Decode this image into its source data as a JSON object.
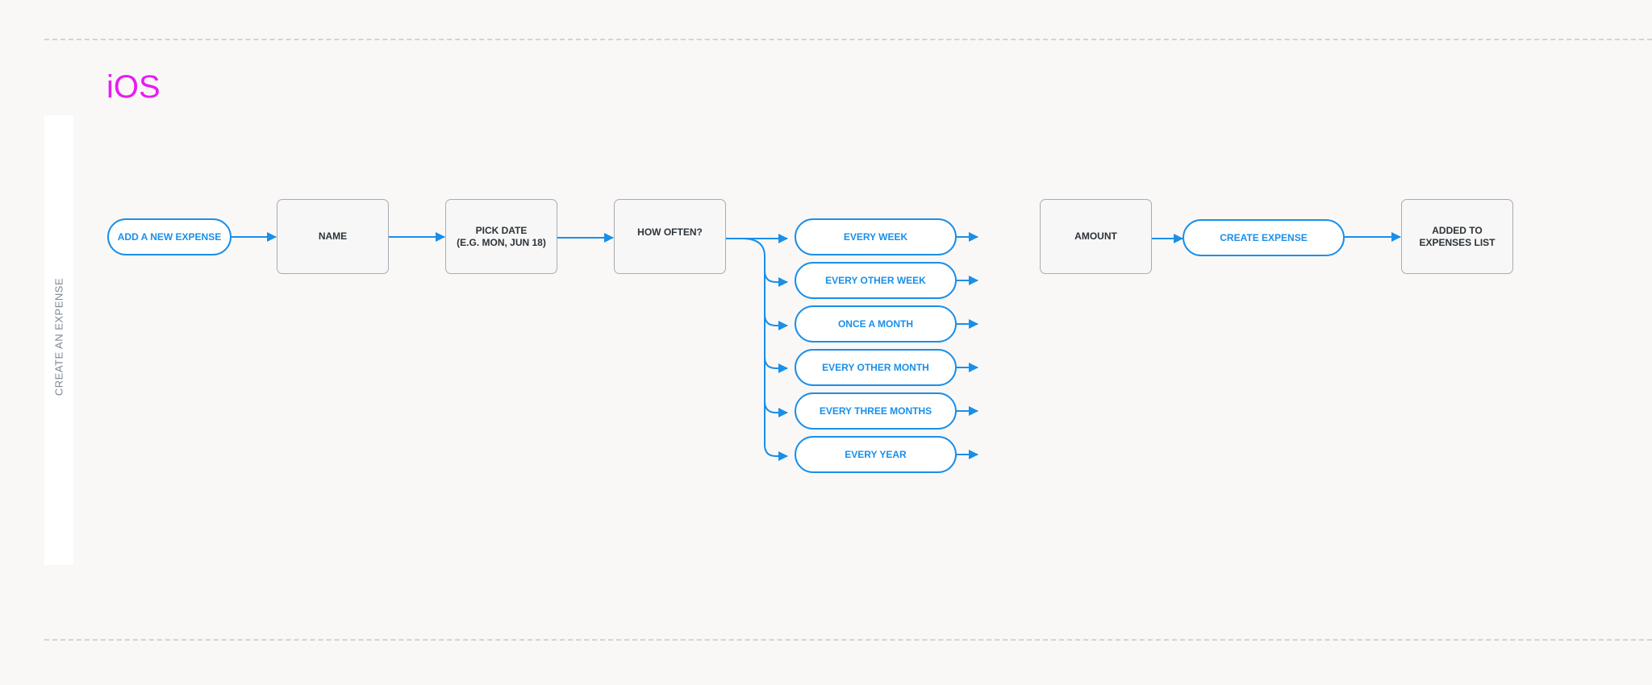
{
  "platform": "iOS",
  "flow_title": "CREATE AN EXPENSE",
  "nodes": {
    "start": "ADD A NEW EXPENSE",
    "name": "NAME",
    "pick_date": "PICK DATE\n(E.G. MON, JUN 18)",
    "how_often": "HOW OFTEN?",
    "amount": "AMOUNT",
    "create": "CREATE EXPENSE",
    "added": "ADDED TO\nEXPENSES LIST"
  },
  "frequency_options": [
    "EVERY WEEK",
    "EVERY OTHER WEEK",
    "ONCE A MONTH",
    "EVERY OTHER MONTH",
    "EVERY THREE MONTHS",
    "EVERY YEAR"
  ],
  "colors": {
    "accent": "#1a8fe8",
    "title": "#e81cf2",
    "box_border": "#a9abb1",
    "background": "#f9f8f7"
  }
}
